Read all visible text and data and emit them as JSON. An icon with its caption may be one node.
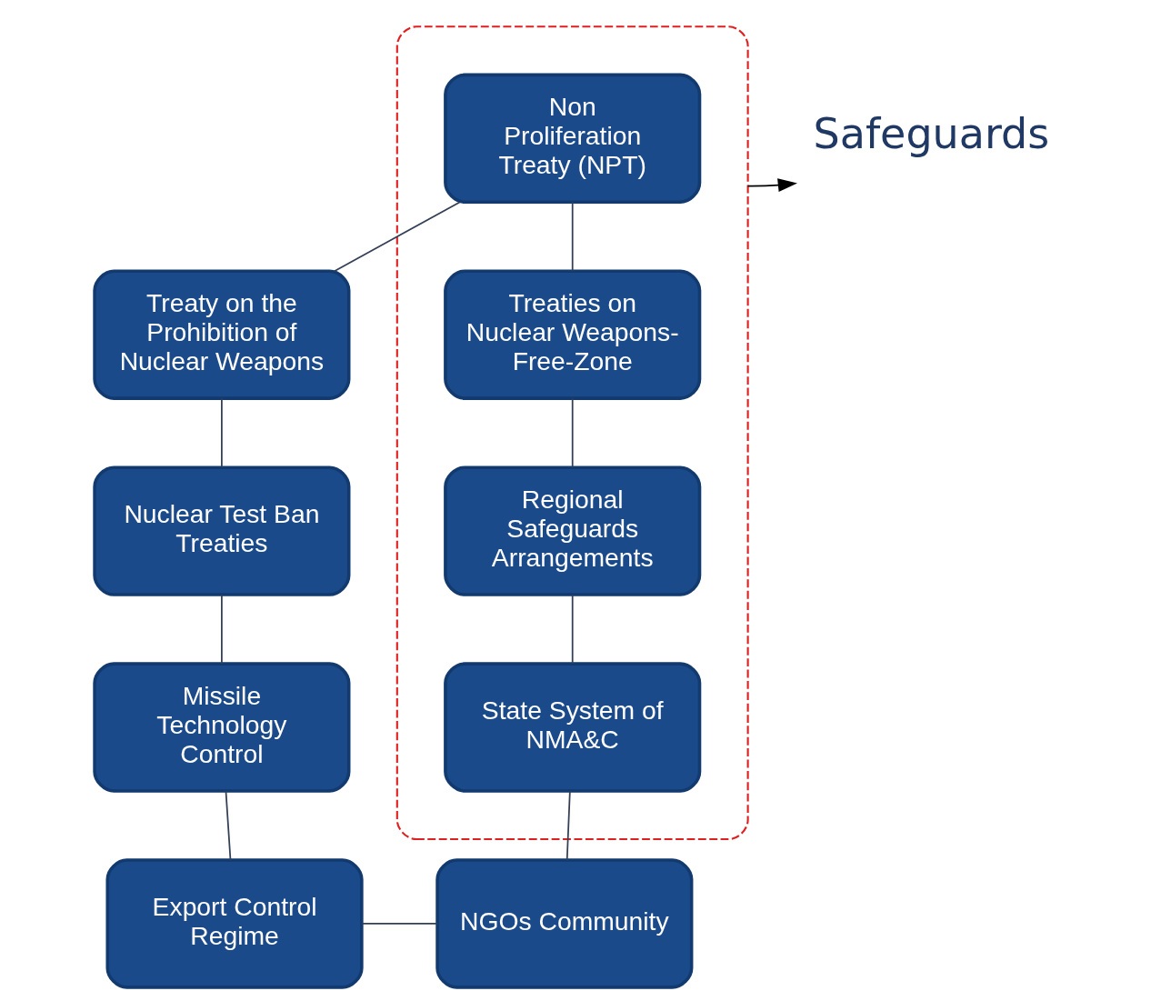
{
  "diagram": {
    "nodes": [
      {
        "text": [],
        "shape": "ellipse"
      },
      {
        "text": [
          "Non Proliferation Treaty (NPT)"
        ],
        "in": 0
      },
      {
        "text": [
          "Treaties on Nuclear Weapons-Free-Zone"
        ],
        "in": 0
      },
      {
        "text": [
          "Regional Safeguards Arrangements"
        ],
        "in": 0
      },
      {
        "text": [
          "State System of NMA&C"
        ],
        "in": 0
      },
      {
        "text": [
          "Safeguards"
        ]
      },
      {
        "text": [
          "Treaty on the Prohibition of Nuclear Weapons"
        ]
      },
      {
        "text": [
          "Nuclear Test Ban Treaties"
        ]
      },
      {
        "text": [
          "Missile Technology Control"
        ]
      },
      {
        "text": [
          "Export Control Regime"
        ]
      },
      {
        "text": [
          "NGOs Community"
        ]
      }
    ],
    "edges": [
      {
        "from": 1,
        "to": 2,
        "arrow": "none"
      },
      {
        "from": 2,
        "to": 3,
        "arrow": "none"
      },
      {
        "from": 3,
        "to": 4,
        "arrow": "none"
      },
      {
        "from": 4,
        "to": 10,
        "arrow": "none"
      },
      {
        "from": 1,
        "to": 6,
        "arrow": "none"
      },
      {
        "from": 6,
        "to": 7,
        "arrow": "none"
      },
      {
        "from": 7,
        "to": 8,
        "arrow": "none"
      },
      {
        "from": 8,
        "to": 9,
        "arrow": "none"
      },
      {
        "from": 9,
        "to": 10,
        "arrow": "none"
      },
      {
        "from": 0,
        "to": 5,
        "arrow": "to",
        "color": "#000000"
      }
    ]
  }
}
